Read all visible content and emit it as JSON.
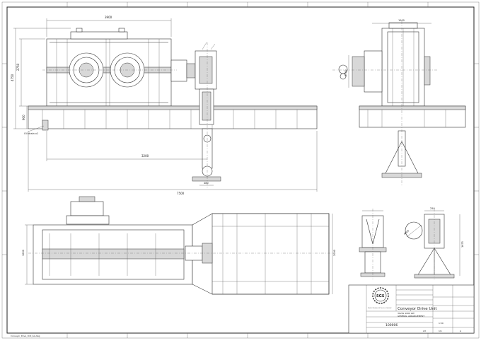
{
  "dimensions": {
    "d3900": "3900",
    "d2750": "2750",
    "d4750": "4750",
    "d900": "900",
    "d3200": "3200",
    "d7500": "7500",
    "d480": "480",
    "d_side_top": "1900",
    "d_side_mid": "Ø700",
    "d_lower_left": "1000",
    "d_lower_right": "2000",
    "d_small_top": "250",
    "d_small_right": "1675",
    "d_small_diag": "Ø600"
  },
  "notes": {
    "oil_drain": "Oil drain x1"
  },
  "title_block": {
    "logo_text": "SGS",
    "logo_sub": "South Gearbox & Service Limited",
    "title": "Conveyor Drive Unit",
    "subtitle_line1": "3120x 1000 kW",
    "subtitle_line2": "GENERAL ARRANGEMENT",
    "drawing_no": "100006",
    "sheet_label": "A3",
    "sheet_no": "1/1",
    "scale": "1:50",
    "rev": "A"
  },
  "footer": {
    "filename": "Conveyor_Drive_Unit_GA.dwg"
  }
}
